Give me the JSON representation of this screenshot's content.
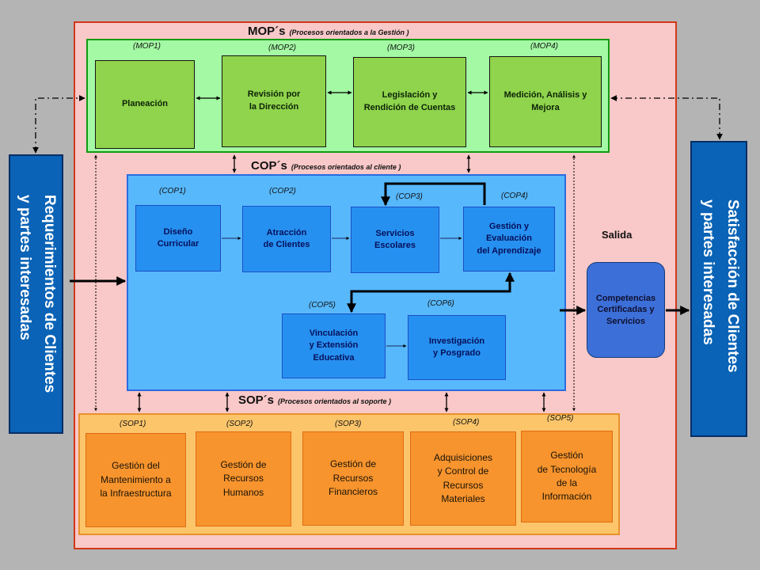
{
  "left_bar": {
    "text": "Requerimientos de Clientes\ny partes interesadas"
  },
  "right_bar": {
    "text": "Satisfacción de Clientes\ny partes interesadas"
  },
  "mop": {
    "title": "MOP´s",
    "subtitle": "(Procesos orientados a la Gestión )",
    "boxes": [
      {
        "id": "(MOP1)",
        "label": "Planeación"
      },
      {
        "id": "(MOP2)",
        "label": "Revisión por\nla Dirección"
      },
      {
        "id": "(MOP3)",
        "label": "Legislación y\nRendición de Cuentas"
      },
      {
        "id": "(MOP4)",
        "label": "Medición, Análisis y\nMejora"
      }
    ]
  },
  "cop": {
    "title": "COP´s",
    "subtitle": "(Procesos orientados al cliente )",
    "boxes": [
      {
        "id": "(COP1)",
        "label": "Diseño\nCurricular"
      },
      {
        "id": "(COP2)",
        "label": "Atracción\nde Clientes"
      },
      {
        "id": "(COP3)",
        "label": "Servicios\nEscolares"
      },
      {
        "id": "(COP4)",
        "label": "Gestión y\nEvaluación\ndel Aprendizaje"
      },
      {
        "id": "(COP5)",
        "label": "Vinculación\ny Extensión\nEducativa"
      },
      {
        "id": "(COP6)",
        "label": "Investigación\ny Posgrado"
      }
    ]
  },
  "sop": {
    "title": "SOP´s",
    "subtitle": "(Procesos orientados al soporte )",
    "boxes": [
      {
        "id": "(SOP1)",
        "label": "Gestión del\nMantenimiento a\nla Infraestructura"
      },
      {
        "id": "(SOP2)",
        "label": "Gestión de\nRecursos\nHumanos"
      },
      {
        "id": "(SOP3)",
        "label": "Gestión de\nRecursos\nFinancieros"
      },
      {
        "id": "(SOP4)",
        "label": "Adquisiciones\ny Control de\nRecursos\nMateriales"
      },
      {
        "id": "(SOP5)",
        "label": "Gestión\nde Tecnología\nde la\nInformación"
      }
    ]
  },
  "output": {
    "label": "Salida",
    "box": "Competencias\nCertificadas y\nServicios"
  },
  "colors": {
    "background": "#b4b4b4",
    "frame": "#f9c8c8",
    "mop_area": "#a4f9a4",
    "mop_box": "#8fd44c",
    "cop_area": "#58b8fc",
    "cop_box": "#2690f0",
    "sop_area": "#fcc56a",
    "sop_box": "#f7942d",
    "side_bar": "#0a63b6"
  }
}
